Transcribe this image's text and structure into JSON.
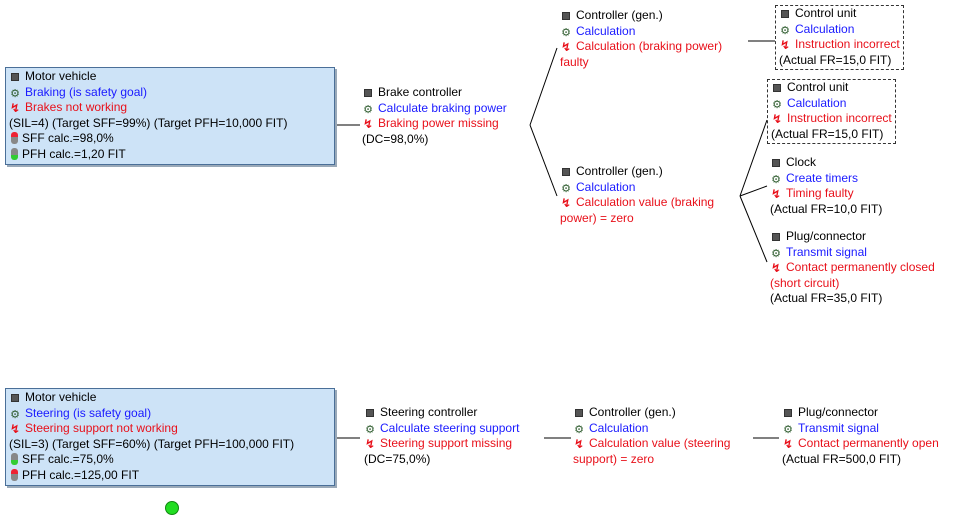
{
  "tree1": {
    "root": {
      "component": "Motor vehicle",
      "function": "Braking (is safety goal)",
      "failure": "Brakes not working",
      "params": "(SIL=4) (Target SFF=99%) (Target PFH=10,000 FIT)",
      "sff": "SFF calc.=98,0%",
      "pfh": "PFH calc.=1,20 FIT"
    },
    "brake_controller": {
      "component": "Brake controller",
      "function": "Calculate braking power",
      "failure": "Braking power missing",
      "dc": "(DC=98,0%)"
    },
    "controller_a": {
      "component": "Controller (gen.)",
      "function": "Calculation",
      "failure_line1": "Calculation (braking power)",
      "failure_line2": "faulty"
    },
    "control_unit_a": {
      "component": "Control unit",
      "function": "Calculation",
      "failure": "Instruction incorrect",
      "fr": "(Actual FR=15,0 FIT)"
    },
    "controller_b": {
      "component": "Controller (gen.)",
      "function": "Calculation",
      "failure_line1": "Calculation value (braking",
      "failure_line2": "power) = zero"
    },
    "control_unit_b": {
      "component": "Control unit",
      "function": "Calculation",
      "failure": "Instruction incorrect",
      "fr": "(Actual FR=15,0 FIT)"
    },
    "clock": {
      "component": "Clock",
      "function": "Create timers",
      "failure": "Timing faulty",
      "fr": "(Actual FR=10,0 FIT)"
    },
    "plug_a": {
      "component": "Plug/connector",
      "function": "Transmit signal",
      "failure_line1": "Contact permanently closed",
      "failure_line2": "(short circuit)",
      "fr": "(Actual FR=35,0 FIT)"
    }
  },
  "tree2": {
    "root": {
      "component": "Motor vehicle",
      "function": "Steering (is safety goal)",
      "failure": "Steering support not working",
      "params": "(SIL=3) (Target SFF=60%) (Target PFH=100,000 FIT)",
      "sff": "SFF calc.=75,0%",
      "pfh": "PFH calc.=125,00 FIT"
    },
    "steering_controller": {
      "component": "Steering controller",
      "function": "Calculate steering support",
      "failure": "Steering support missing",
      "dc": "(DC=75,0%)"
    },
    "controller_c": {
      "component": "Controller (gen.)",
      "function": "Calculation",
      "failure_line1": "Calculation value (steering",
      "failure_line2": "support) = zero"
    },
    "plug_b": {
      "component": "Plug/connector",
      "function": "Transmit signal",
      "failure": "Contact permanently open",
      "fr": "(Actual FR=500,0 FIT)"
    }
  },
  "icons": {
    "component": "structure-element-icon",
    "function": "function-gear-icon",
    "failure": "malfunction-lightning-icon",
    "traffic_light_red": "traffic-light-red-icon",
    "traffic_light_green": "traffic-light-green-icon",
    "status_dot": "status-dot-green"
  },
  "colors": {
    "function_text": "#1a1aff",
    "failure_text": "#e8101a",
    "root_fill": "#cde3f7",
    "root_border": "#4a6f98",
    "status_dot": "#22dd22"
  }
}
